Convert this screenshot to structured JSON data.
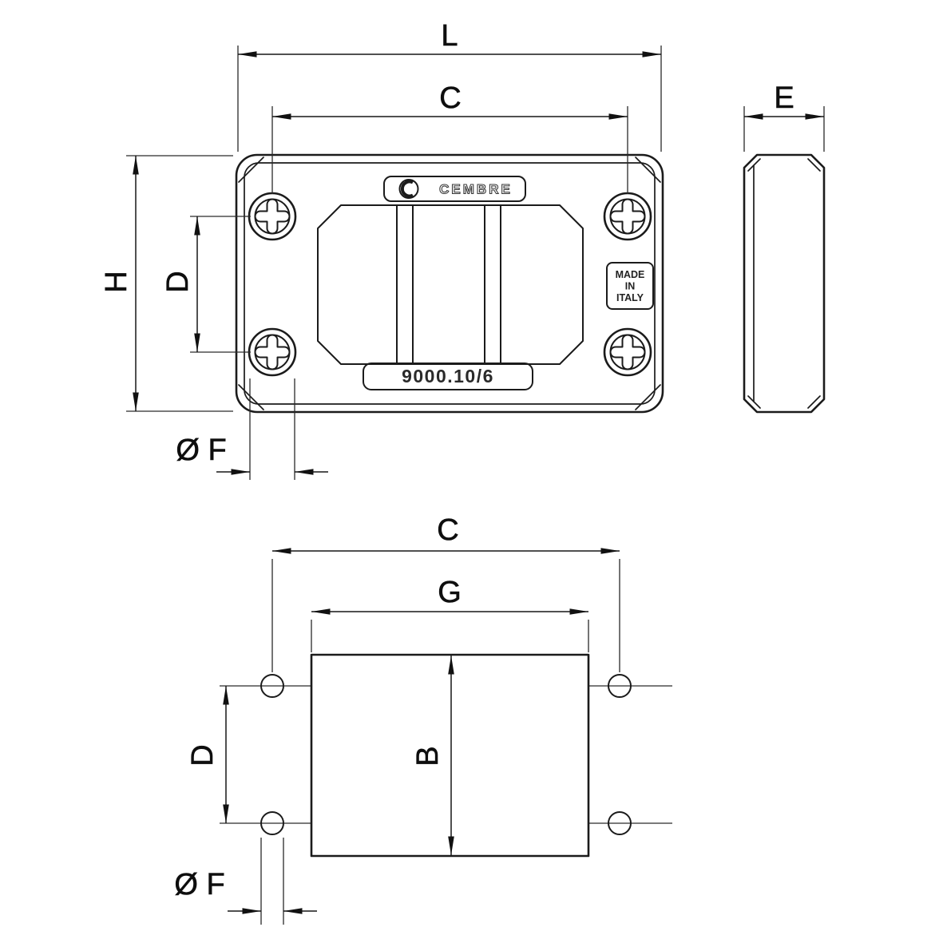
{
  "drawing": {
    "front_view": {
      "brand_label": "CEMBRE",
      "made_in": {
        "line1": "MADE",
        "line2": "IN",
        "line3": "ITALY"
      },
      "model_label": "9000.10/6"
    },
    "dims_front": {
      "L": "L",
      "C": "C",
      "H": "H",
      "D": "D",
      "F": "Ø F"
    },
    "dims_side": {
      "E": "E"
    },
    "dims_bottom": {
      "C": "C",
      "G": "G",
      "B": "B",
      "D": "D",
      "F": "Ø F"
    }
  }
}
